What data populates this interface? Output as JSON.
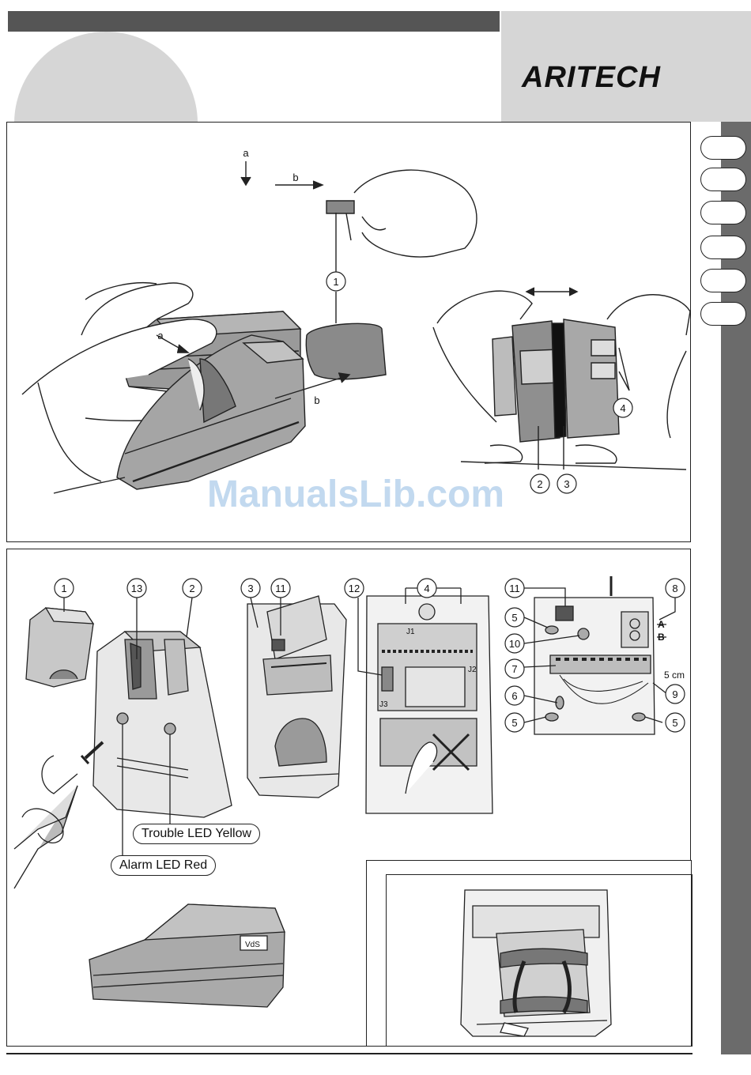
{
  "header": {
    "brand": "ARITECH"
  },
  "watermark": "ManualsLib.com",
  "panel1": {
    "labels": {
      "a_top": "a",
      "b_top": "b",
      "a_bottom": "a",
      "b_bottom": "b",
      "callout_1": "1",
      "callout_2": "2",
      "callout_3": "3",
      "callout_4": "4"
    }
  },
  "panel2": {
    "callouts": {
      "c1": "1",
      "c13": "13",
      "c2": "2",
      "c3": "3",
      "c11a": "11",
      "c12": "12",
      "c4": "4",
      "c11b": "11",
      "c8": "8",
      "c5a": "5",
      "c10": "10",
      "c7": "7",
      "c6": "6",
      "c5b": "5",
      "c5c": "5",
      "c9": "9"
    },
    "trouble_led": "Trouble LED Yellow",
    "alarm_led": "Alarm LED Red",
    "jumpers": {
      "j1": "J1",
      "j2": "J2",
      "j3": "J3"
    },
    "terminals": {
      "a": "A",
      "b": "B"
    },
    "strip_length": "5 cm",
    "vds_label": "VdS"
  },
  "colors": {
    "header_bar": "#555555",
    "header_gray": "#d6d6d6",
    "side_strip": "#6b6b6b"
  }
}
